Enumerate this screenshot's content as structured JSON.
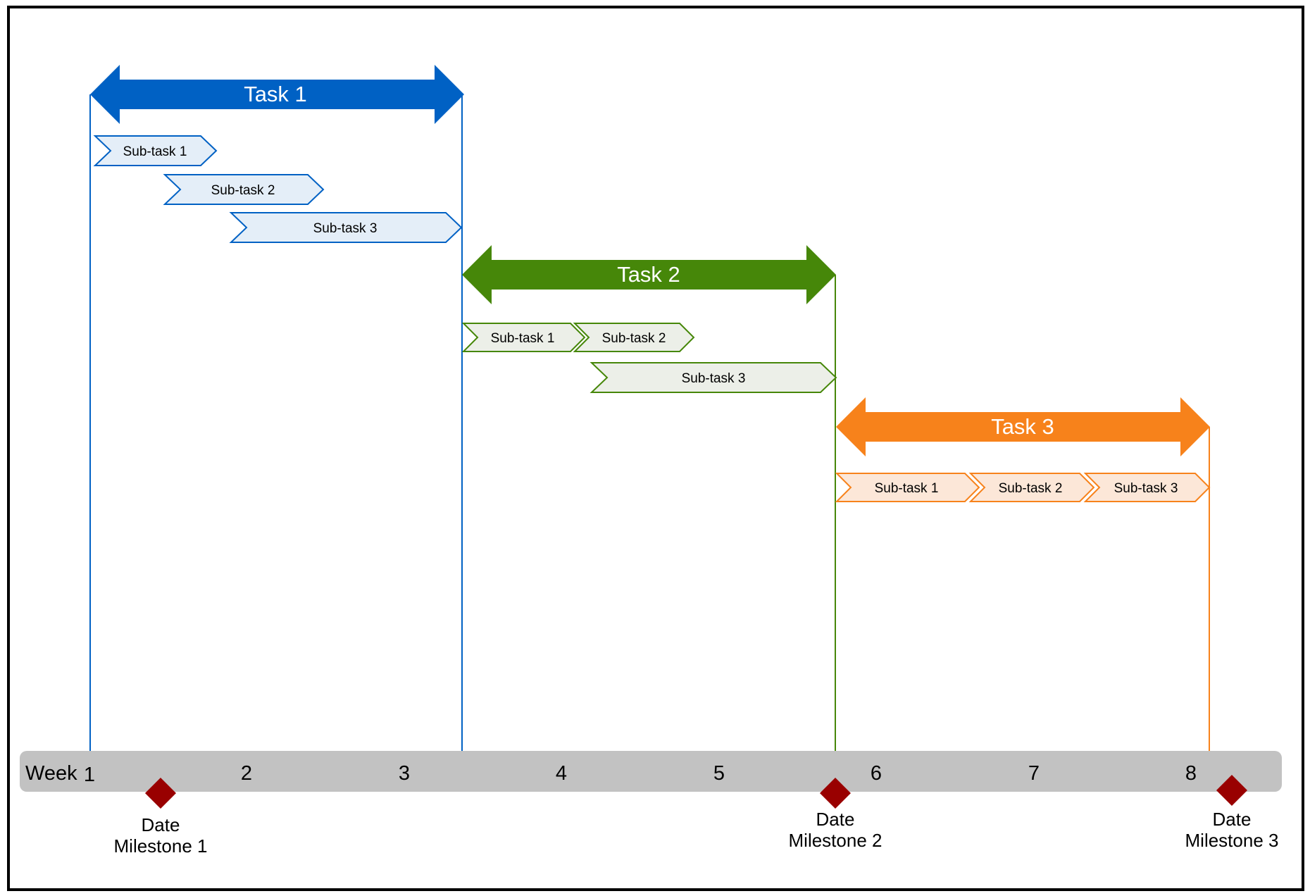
{
  "timeline": {
    "label": "Week",
    "weeks": [
      "1",
      "2",
      "3",
      "4",
      "5",
      "6",
      "7",
      "8"
    ]
  },
  "colors": {
    "task1": "#0061C4",
    "task1_light": "#E4EEF8",
    "task2": "#468709",
    "task2_light": "#ECEFE8",
    "task3": "#F7821B",
    "task3_light": "#FCE7D8",
    "timeline_bar": "#C2C2C2",
    "milestone": "#990000"
  },
  "tasks": [
    {
      "label": "Task 1",
      "subtasks": [
        "Sub-task 1",
        "Sub-task 2",
        "Sub-task 3"
      ]
    },
    {
      "label": "Task 2",
      "subtasks": [
        "Sub-task 1",
        "Sub-task 2",
        "Sub-task 3"
      ]
    },
    {
      "label": "Task 3",
      "subtasks": [
        "Sub-task 1",
        "Sub-task 2",
        "Sub-task 3"
      ]
    }
  ],
  "milestones": [
    {
      "line1": "Date",
      "line2": "Milestone 1"
    },
    {
      "line1": "Date",
      "line2": "Milestone 2"
    },
    {
      "line1": "Date",
      "line2": "Milestone 3"
    }
  ]
}
